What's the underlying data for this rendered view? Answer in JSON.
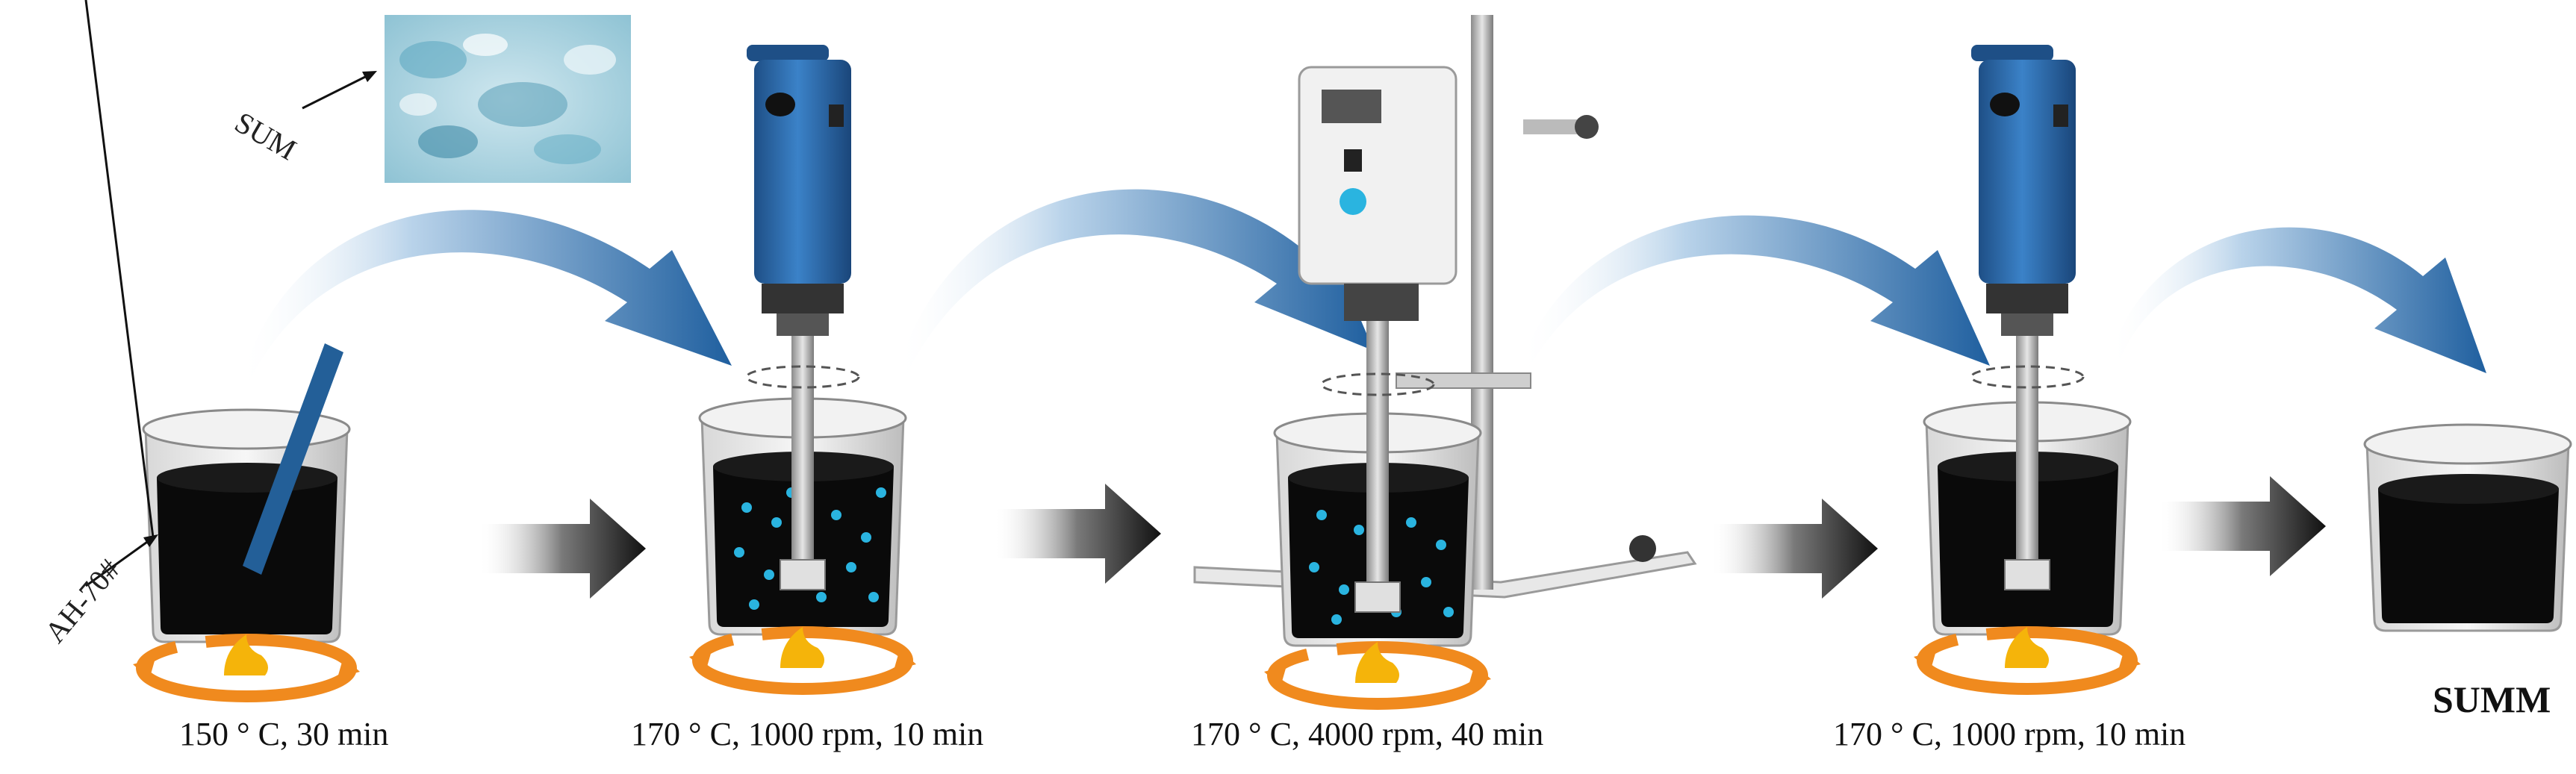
{
  "labels": {
    "sum": "SUM",
    "asphalt": "AH-70#",
    "final_product": "SUMM"
  },
  "steps": [
    {
      "condition": "150 ° C, 30 min"
    },
    {
      "condition": "170 ° C, 1000 rpm, 10 min"
    },
    {
      "condition": "170 ° C, 4000 rpm, 40 min"
    },
    {
      "condition": "170 ° C, 1000 rpm, 10 min"
    }
  ],
  "colors": {
    "asphalt": "#0a0a0a",
    "mixer_body": "#2f6fb0",
    "curved_arrow": "#2a6aa8",
    "process_arrow": "#1a1a1a",
    "heater_ring": "#f08a1e",
    "flame": "#f5b40a",
    "particles": "#2ab4e0"
  },
  "icons": [
    "curved-arrow-icon",
    "right-arrow-icon",
    "heater-icon",
    "flame-icon",
    "beaker-icon",
    "mixer-icon",
    "lab-stand-icon"
  ]
}
